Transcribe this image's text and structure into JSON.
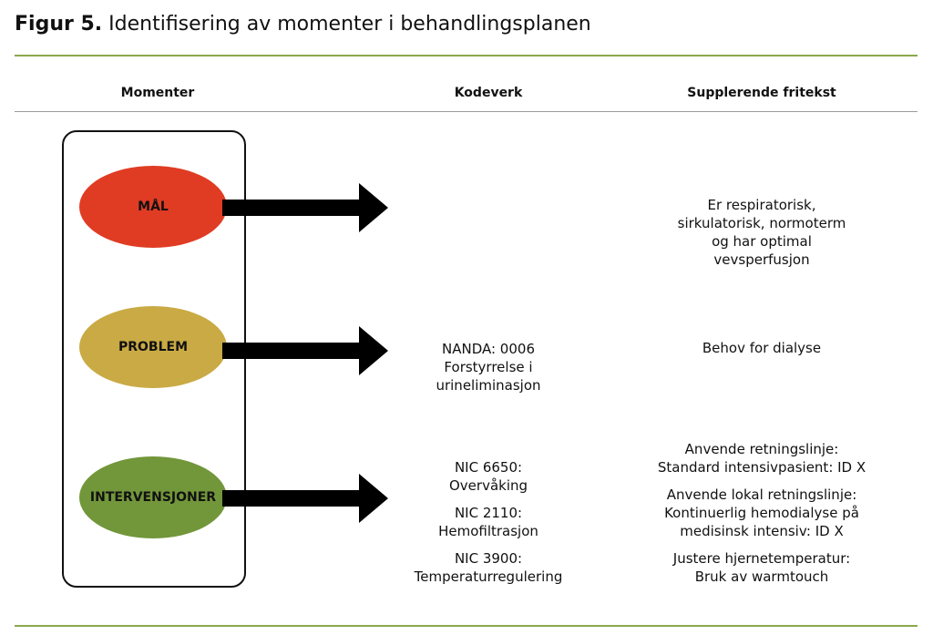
{
  "figure": {
    "label": "Figur 5.",
    "title": "Identifisering av momenter i behandlingsplanen"
  },
  "columns": {
    "momenter": "Momenter",
    "kodeverk": "Kodeverk",
    "fritekst": "Supplerende fritekst"
  },
  "rows": [
    {
      "label": "MÅL",
      "color": "#e03c24",
      "kodeverk": [],
      "fritekst": [
        "Er respiratorisk,",
        "sirkulatorisk, normoterm",
        "og har optimal",
        "vevsperfusjon"
      ]
    },
    {
      "label": "PROBLEM",
      "color": "#c9aa44",
      "kodeverk": [
        "NANDA: 0006",
        "Forstyrrelse i",
        "urineliminasjon"
      ],
      "fritekst": [
        "Behov for dialyse"
      ]
    },
    {
      "label": "INTERVENSJONER",
      "color": "#72963a",
      "kodeverk": [
        "NIC 6650:",
        "Overvåking",
        "NIC 2110:",
        "Hemofiltrasjon",
        "NIC 3900:",
        "Temperaturregulering"
      ],
      "fritekst": [
        "Anvende retningslinje:",
        "Standard intensivpasient: ID X",
        "Anvende lokal retningslinje:",
        "Kontinuerlig hemodialyse på",
        "medisinsk intensiv: ID X",
        "Justere hjernetemperatur:",
        "Bruk av warmtouch"
      ]
    }
  ]
}
